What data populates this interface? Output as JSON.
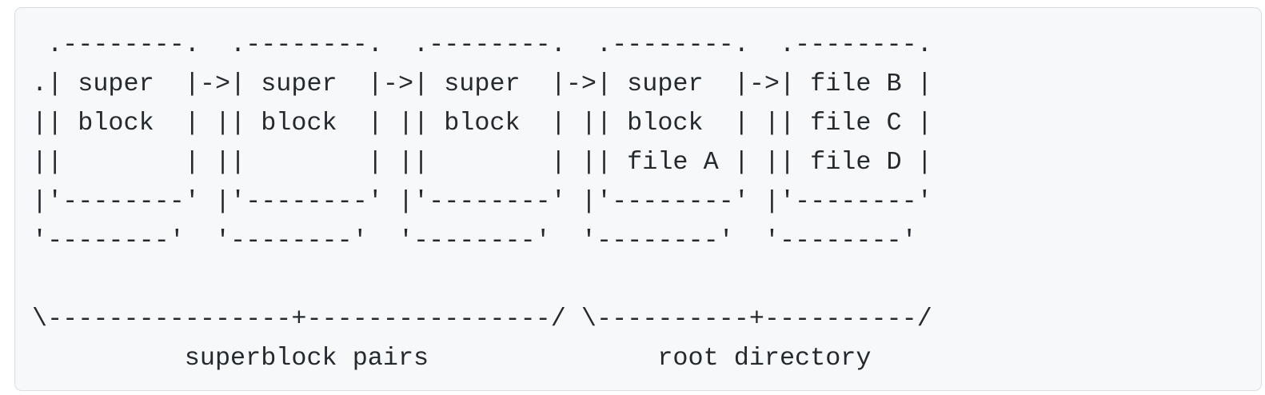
{
  "theme": {
    "page_background": "#ffffff",
    "panel_background": "#f6f8fa",
    "panel_border": "#d9dee4",
    "text_color": "#24292e"
  },
  "ascii_diagram": {
    "lines": [
      " .--------.  .--------.  .--------.  .--------.  .--------.",
      ".| super  |->| super  |->| super  |->| super  |->| file B |",
      "|| block  | || block  | || block  | || block  | || file C |",
      "||        | ||        | ||        | || file A | || file D |",
      "|'--------' |'--------' |'--------' |'--------' |'--------'",
      "'--------'  '--------'  '--------'  '--------'  '--------'",
      "",
      "\\----------------+----------------/ \\----------+----------/",
      "          superblock pairs               root directory"
    ],
    "box_labels": [
      "super block",
      "super block",
      "super block",
      "super block / file A",
      "file B / file C / file D"
    ],
    "captions": [
      "superblock pairs",
      "root directory"
    ]
  }
}
